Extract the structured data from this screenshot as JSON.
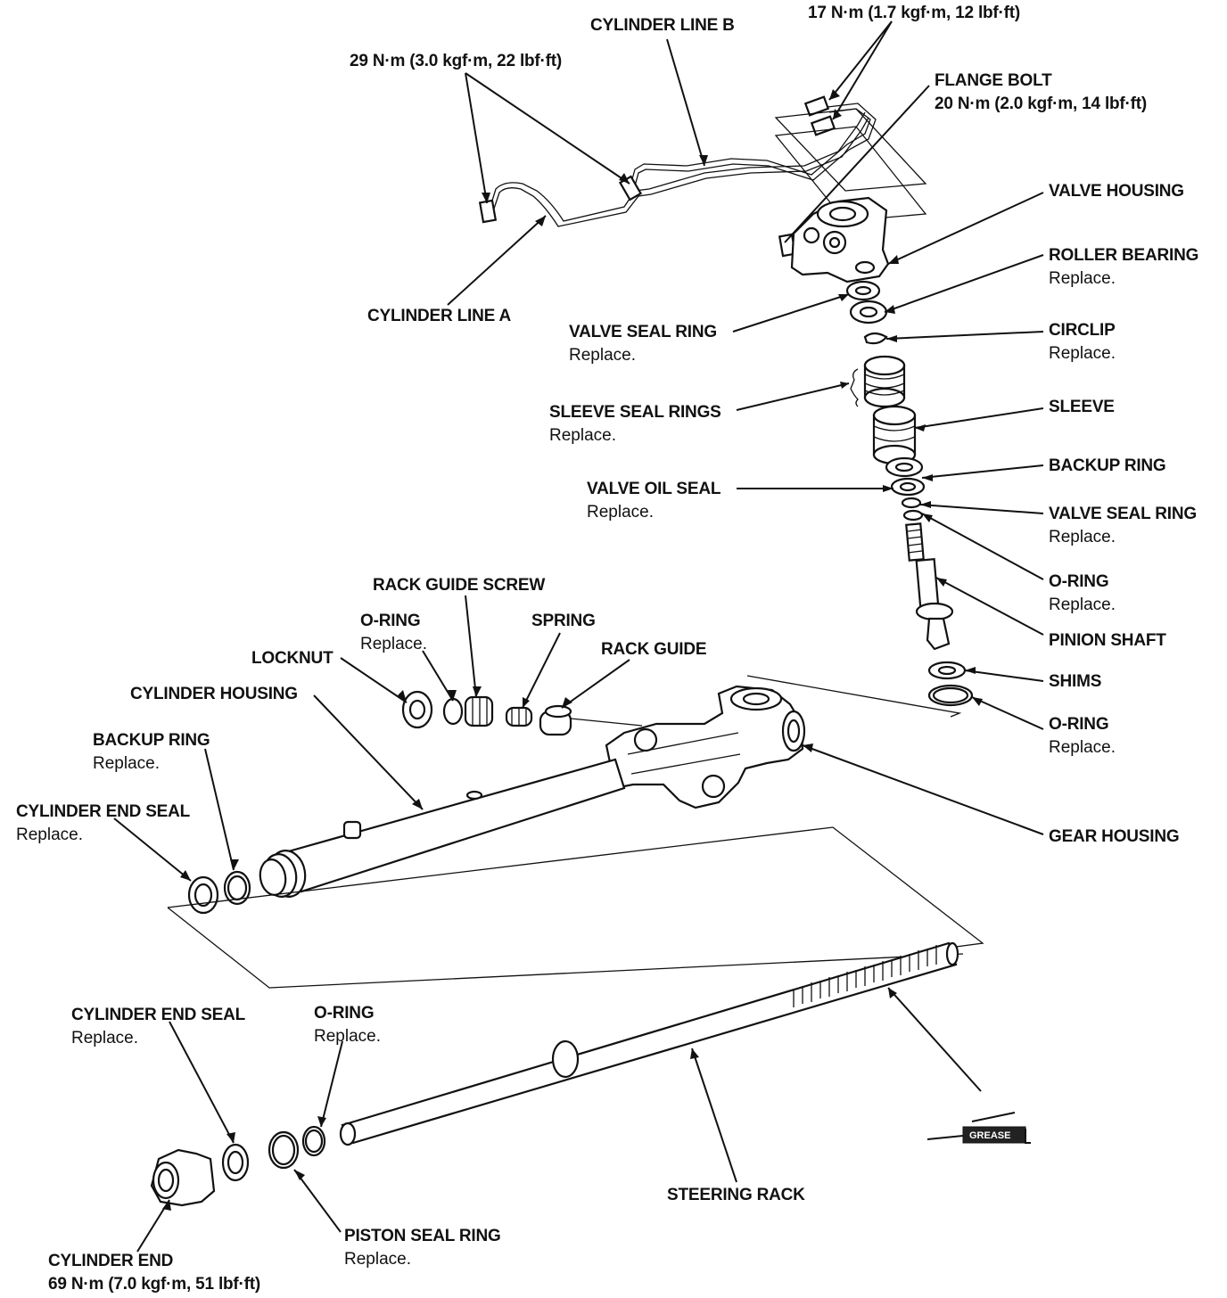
{
  "labels": {
    "torque_17": "17 N·m (1.7 kgf·m, 12 lbf·ft)",
    "cylinder_line_b": "CYLINDER LINE B",
    "torque_29": "29 N·m (3.0 kgf·m, 22 lbf·ft)",
    "flange_bolt": "FLANGE BOLT",
    "flange_bolt_torque": "20 N·m (2.0 kgf·m, 14 lbf·ft)",
    "valve_housing": "VALVE HOUSING",
    "roller_bearing": "ROLLER BEARING",
    "cylinder_line_a": "CYLINDER LINE A",
    "valve_seal_ring_1": "VALVE SEAL RING",
    "circlip": "CIRCLIP",
    "sleeve_seal_rings": "SLEEVE SEAL RINGS",
    "sleeve": "SLEEVE",
    "backup_ring_1": "BACKUP RING",
    "valve_oil_seal": "VALVE OIL SEAL",
    "valve_seal_ring_2": "VALVE SEAL RING",
    "o_ring_pinion": "O-RING",
    "rack_guide_screw": "RACK GUIDE SCREW",
    "o_ring_guide": "O-RING",
    "spring": "SPRING",
    "rack_guide": "RACK GUIDE",
    "locknut": "LOCKNUT",
    "pinion_shaft": "PINION SHAFT",
    "cylinder_housing": "CYLINDER HOUSING",
    "shims": "SHIMS",
    "backup_ring_2": "BACKUP RING",
    "o_ring_shims": "O-RING",
    "cylinder_end_seal_1": "CYLINDER END SEAL",
    "gear_housing": "GEAR HOUSING",
    "cylinder_end_seal_2": "CYLINDER END SEAL",
    "o_ring_rack": "O-RING",
    "steering_rack": "STEERING RACK",
    "piston_seal_ring": "PISTON SEAL RING",
    "cylinder_end": "CYLINDER END",
    "cylinder_end_torque": "69 N·m (7.0 kgf·m, 51 lbf·ft)",
    "grease": "GREASE"
  },
  "notes": {
    "replace": "Replace."
  }
}
